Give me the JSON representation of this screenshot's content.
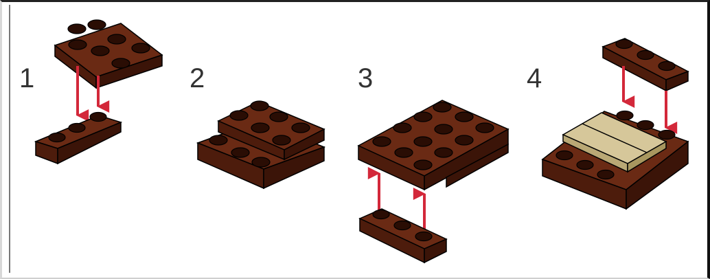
{
  "steps": [
    {
      "number": "1"
    },
    {
      "number": "2"
    },
    {
      "number": "3"
    },
    {
      "number": "4"
    }
  ],
  "colors": {
    "brick_top": "#6a2a14",
    "brick_left": "#4d1c0c",
    "brick_right": "#3b1408",
    "stud": "#5a2210",
    "stud_top": "#2a0d04",
    "tile_top": "#d6c79a",
    "tile_side": "#b9a875",
    "arrow": "#d3283a",
    "outline": "#000000"
  },
  "icons": {
    "arrow": "red-down-arrow",
    "arrow_up": "red-up-arrow"
  }
}
